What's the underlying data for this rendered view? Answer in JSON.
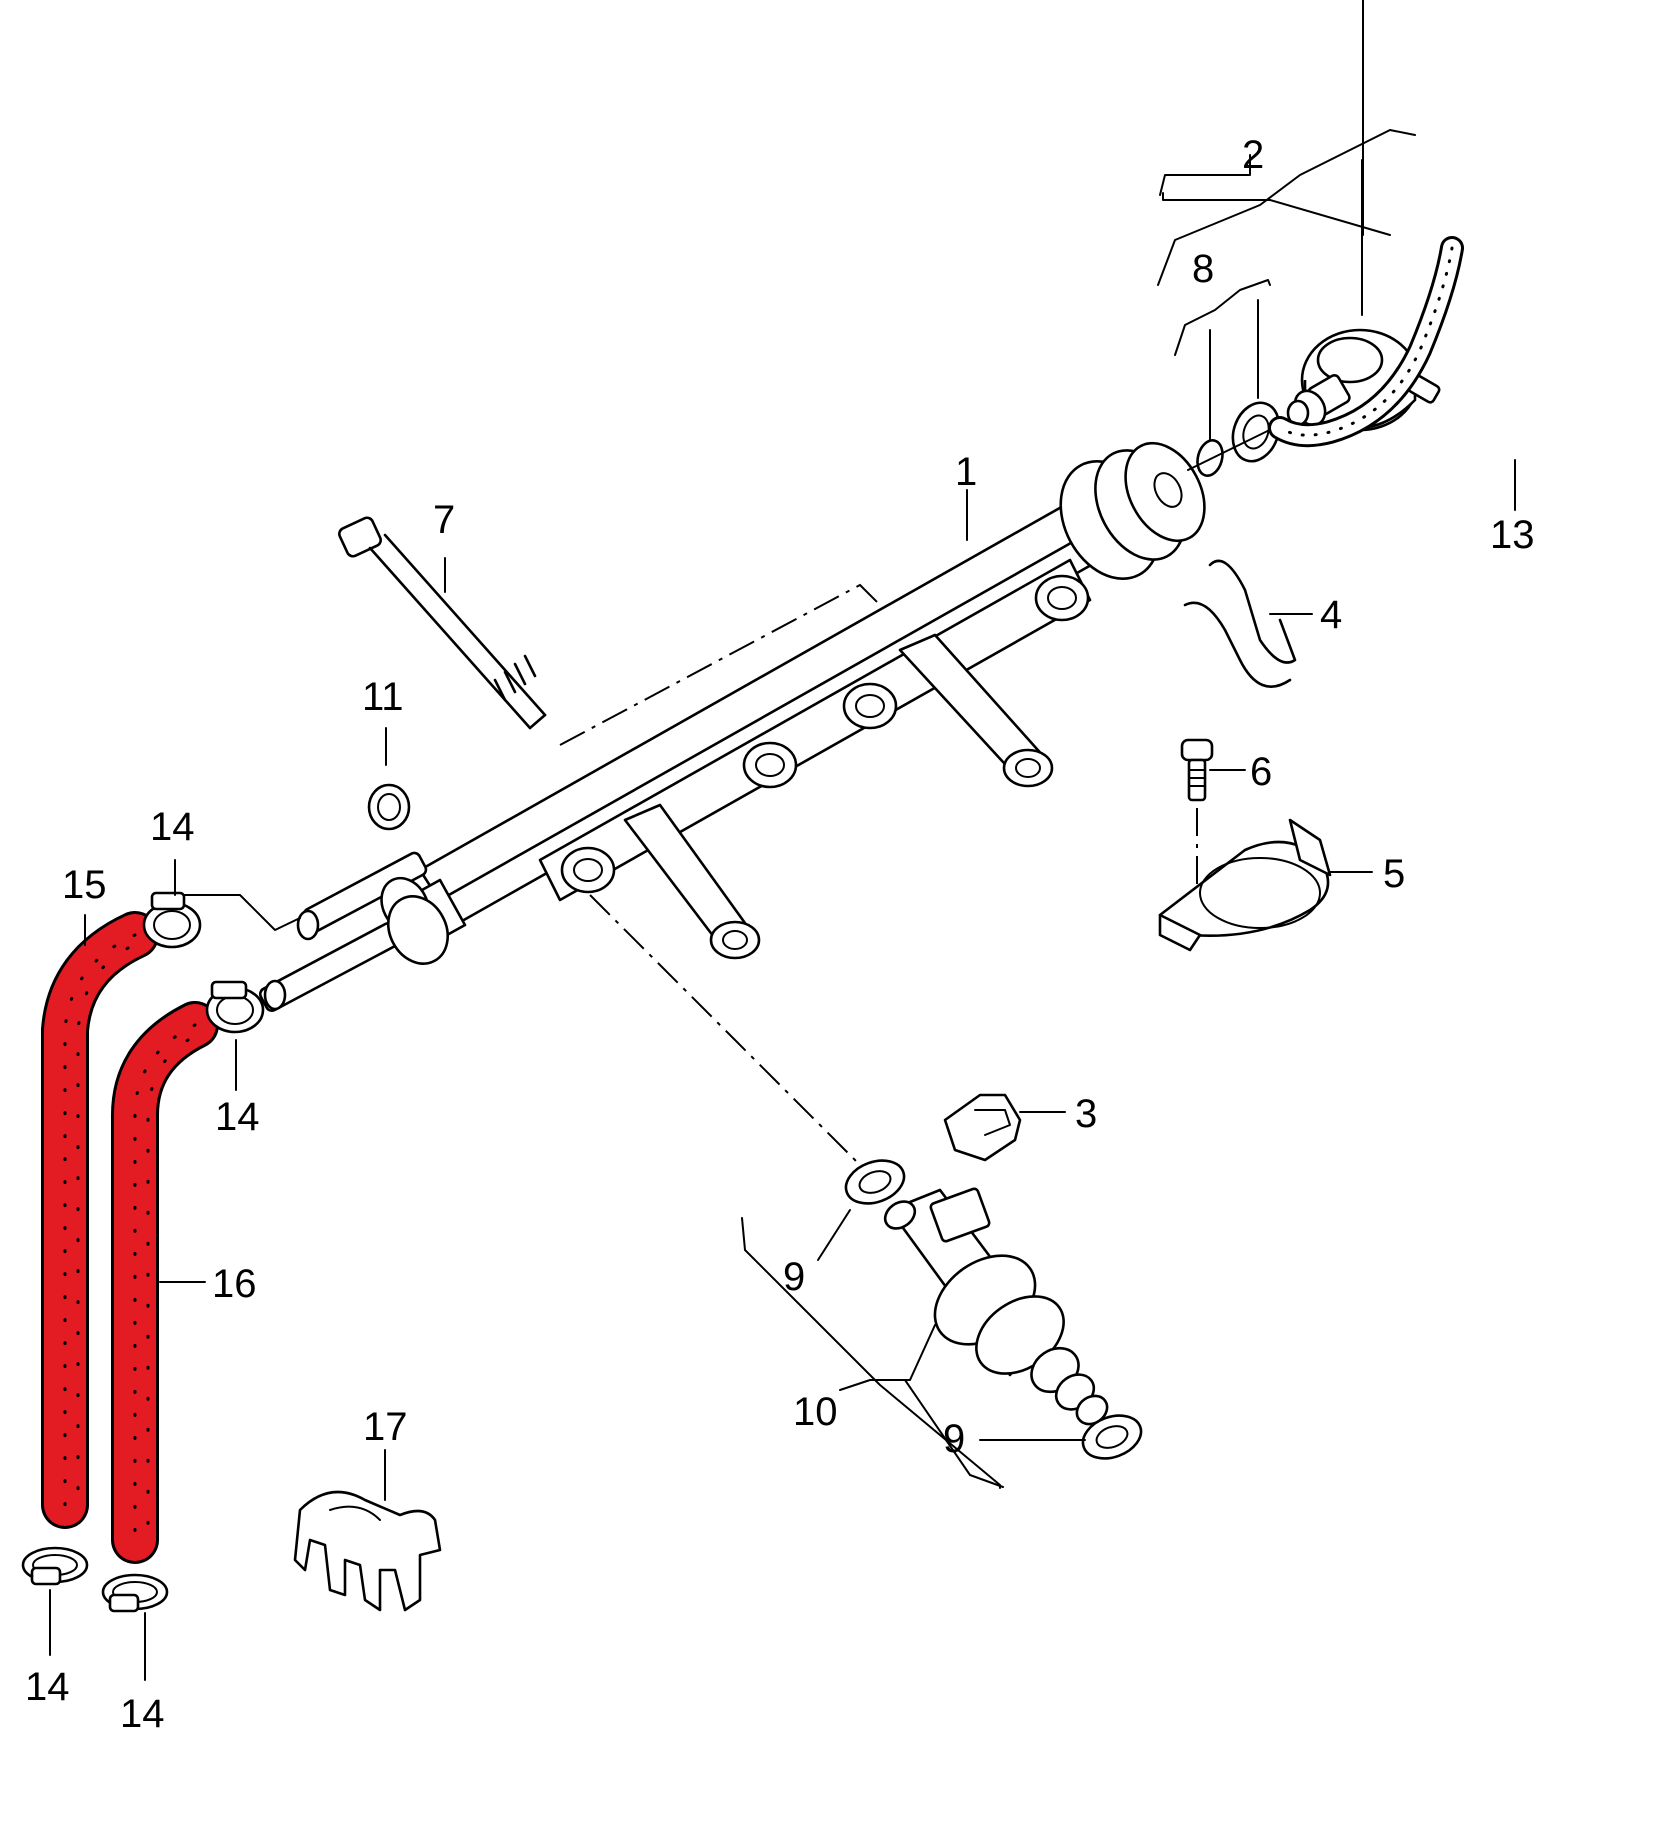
{
  "callouts": {
    "c1": "1",
    "c2": "2",
    "c3": "3",
    "c4": "4",
    "c5": "5",
    "c6": "6",
    "c7": "7",
    "c8": "8",
    "c9a": "9",
    "c9b": "9",
    "c10": "10",
    "c11": "11",
    "c13": "13",
    "c14a": "14",
    "c14b": "14",
    "c14c": "14",
    "c14d": "14",
    "c15": "15",
    "c16": "16",
    "c17": "17"
  },
  "colors": {
    "highlight": "#e31b23",
    "line": "#000000",
    "background": "#ffffff"
  }
}
